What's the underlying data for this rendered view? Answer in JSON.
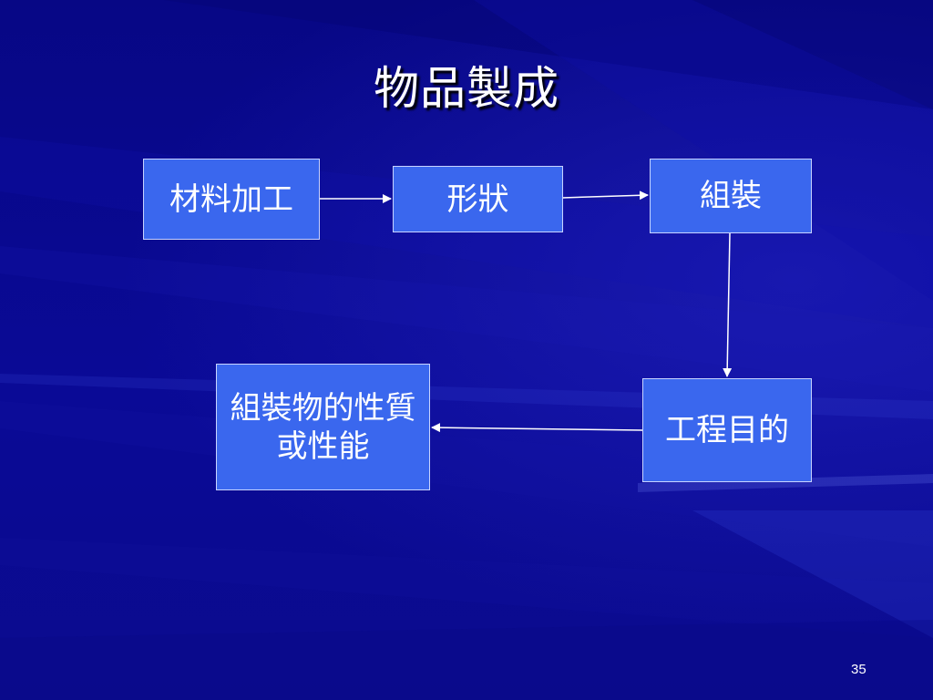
{
  "slide": {
    "title": "物品製成",
    "page_number": "35"
  },
  "diagram": {
    "nodes": {
      "material_processing": "材料加工",
      "shape": "形狀",
      "assembly": "組裝",
      "engineering_purpose": "工程目的",
      "assembly_properties": "組裝物的性質或性能"
    },
    "edges": [
      {
        "from": "材料加工",
        "to": "形狀"
      },
      {
        "from": "形狀",
        "to": "組裝"
      },
      {
        "from": "組裝",
        "to": "工程目的"
      },
      {
        "from": "工程目的",
        "to": "組裝物的性質或性能"
      }
    ]
  },
  "colors": {
    "background": "#0a0a8c",
    "box_fill": "#3a67ee",
    "box_border": "#c8d4ff",
    "text": "#ffffff"
  }
}
